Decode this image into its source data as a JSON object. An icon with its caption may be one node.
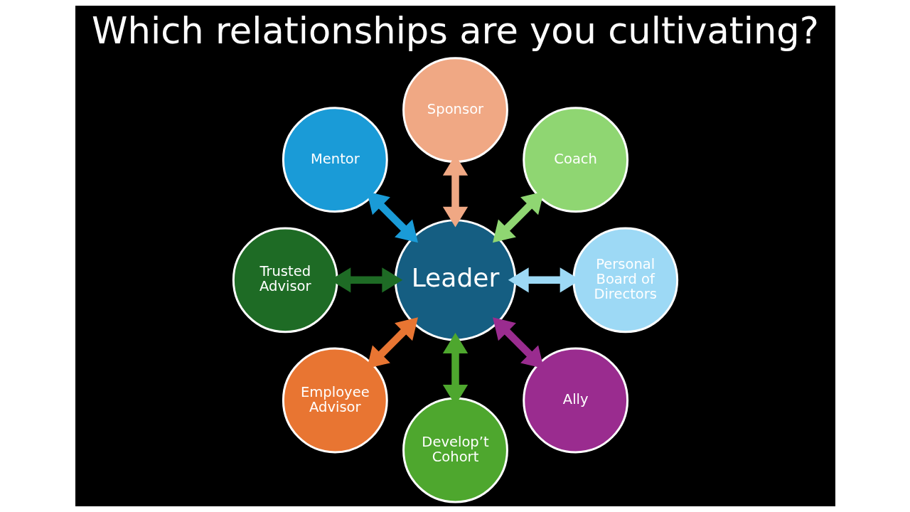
{
  "diagram": {
    "title": "Which relationships are you cultivating?",
    "nodes": [
      {
        "text": [
          "Sponsor"
        ]
      },
      {
        "text": [
          "Mentor"
        ]
      },
      {
        "text": [
          "Coach"
        ]
      },
      {
        "text": [
          "Trusted Advisor"
        ]
      },
      {
        "text": [
          "Leader"
        ]
      },
      {
        "text": [
          "Personal Board of Directors"
        ]
      },
      {
        "text": [
          "Employee Advisor"
        ]
      },
      {
        "text": [
          "Ally"
        ]
      },
      {
        "text": [
          "Develop’t Cohort"
        ]
      }
    ],
    "edges": [
      {
        "from": 4,
        "to": 0,
        "arrow": "both",
        "color": "#f0a884"
      },
      {
        "from": 4,
        "to": 2,
        "arrow": "both",
        "color": "#8fd672"
      },
      {
        "from": 4,
        "to": 5,
        "arrow": "both",
        "color": "#9dd9f5"
      },
      {
        "from": 4,
        "to": 7,
        "arrow": "both",
        "color": "#9a2c8f"
      },
      {
        "from": 4,
        "to": 8,
        "arrow": "both",
        "color": "#4ea72e"
      },
      {
        "from": 4,
        "to": 6,
        "arrow": "both",
        "color": "#e87532"
      },
      {
        "from": 4,
        "to": 3,
        "arrow": "both",
        "color": "#1e6b25"
      },
      {
        "from": 4,
        "to": 1,
        "arrow": "both",
        "color": "#1a9bd7"
      }
    ]
  }
}
